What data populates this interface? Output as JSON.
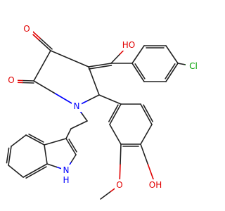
{
  "colors": {
    "bond": "#222222",
    "oxygen": "#e00000",
    "nitrogen": "#0000ff",
    "chlorine": "#00a000",
    "background": "#ffffff"
  },
  "labels": {
    "ketone_o_top": "O",
    "lactam_o": "O",
    "enol_oh": "HO",
    "chlorine": "Cl",
    "ring_n": "N",
    "phenol_oh": "OH",
    "methoxy_o": "O",
    "indole_nh": "N",
    "indole_h": "H"
  }
}
